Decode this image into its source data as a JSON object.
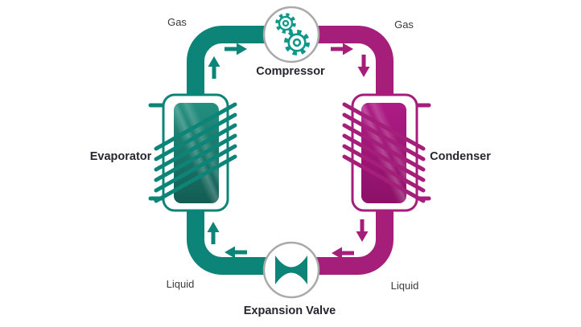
{
  "diagram": {
    "type": "refrigeration-cycle",
    "flow_direction": "clockwise",
    "components": {
      "compressor": "Compressor",
      "condenser": "Condenser",
      "expansion_valve": "Expansion Valve",
      "evaporator": "Evaporator"
    },
    "states": {
      "gas_left": "Gas",
      "gas_right": "Gas",
      "liquid_left": "Liquid",
      "liquid_right": "Liquid"
    }
  },
  "icons": {
    "compressor": "gears-icon",
    "expansion_valve": "valve-icon",
    "evaporator": "coil-heat-exchanger-icon",
    "condenser": "coil-heat-exchanger-icon"
  },
  "colors": {
    "teal": "#0d8478",
    "teal_bright": "#0e9889",
    "magenta": "#a51e79",
    "evap_top": "#249080",
    "evap_bottom": "#135c53",
    "cond_top": "#ad1c85",
    "cond_bottom": "#8c1168",
    "ink": "#26262e",
    "muted": "#3a3a3a",
    "circle_border": "#a9a9a9",
    "background": "#ffffff"
  }
}
